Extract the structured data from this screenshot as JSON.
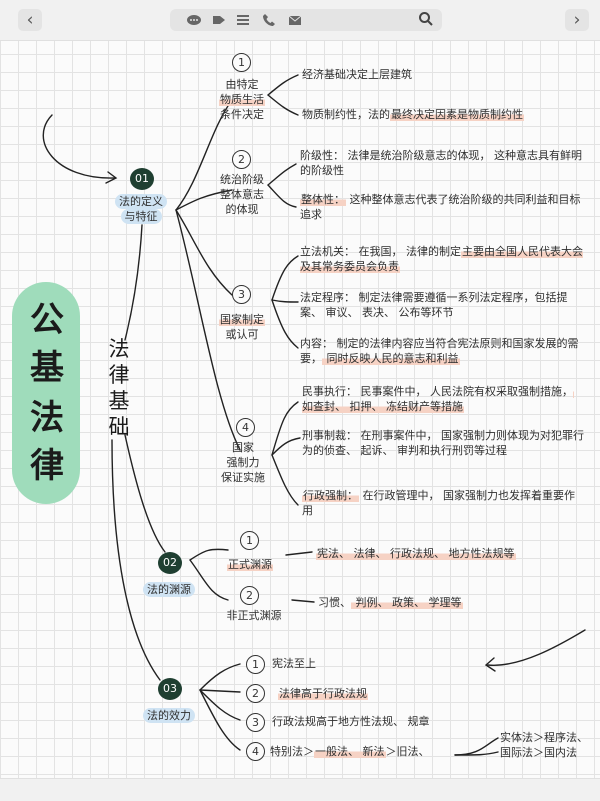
{
  "nav": {
    "prev_icon": "‹",
    "next_icon": "›"
  },
  "tools": [
    "chat-bubble-icon",
    "tag-icon",
    "list-icon",
    "phone-icon",
    "mail-icon"
  ],
  "search_icon": "⚲",
  "title": {
    "chars": [
      "公",
      "基",
      "法",
      "律"
    ]
  },
  "subtitle": {
    "chars": [
      "法",
      "律",
      "基",
      "础"
    ]
  },
  "sec1": {
    "num": "01",
    "label_1": "法的定义",
    "label_2": "与特征",
    "items": [
      {
        "num": "1",
        "label_1": "由特定",
        "label_2": "物质生活",
        "label_3": "条件决定",
        "desc_1": "经济基础决定上层建筑",
        "desc_2a": "物质制约性，法的",
        "desc_2b": "最终决定因素是物质制约性"
      },
      {
        "num": "2",
        "label_1": "统治阶级",
        "label_2": "整体意志",
        "label_3": "的体现",
        "desc_1": "阶级性： 法律是统治阶级意志的体现， 这种意志具有鲜明的阶级性",
        "desc_2a": "整体性：",
        "desc_2b": " 这种整体意志代表了统治阶级的共同利益和目标追求"
      },
      {
        "num": "3",
        "label_1": "国家制定",
        "label_2": "或认可",
        "desc_1a": "立法机关： 在我国， 法律的制定",
        "desc_1b": "主要由全国人民代表大会及其常务委员会负责",
        "desc_2": "法定程序： 制定法律需要遵循一系列法定程序，包括提案、 审议、 表决、 公布等环节",
        "desc_3a": "内容： 制定的法律内容应当符合宪法原则和国家发展的需要，",
        "desc_3b": " 同时反映人民的意志和利益"
      },
      {
        "num": "4",
        "label_1": "国家",
        "label_2": "强制力",
        "label_3": "保证实施",
        "desc_1a": "民事执行： 民事案件中， 人民法院有权采取强制措施，",
        "desc_1b": " 如查封、 扣押、 冻结财产等措施",
        "desc_2": "刑事制裁： 在刑事案件中， 国家强制力则体现为对犯罪行为的侦查、 起诉、 审判和执行刑罚等过程",
        "desc_3a": "行政强制：",
        "desc_3b": " 在行政管理中， 国家强制力也发挥着重要作用"
      }
    ]
  },
  "sec2": {
    "num": "02",
    "label": "法的渊源",
    "items": [
      {
        "num": "1",
        "label": "正式渊源",
        "desc": "宪法、 法律、 行政法规、 地方性法规等"
      },
      {
        "num": "2",
        "label": "非正式渊源",
        "desc_a": "习惯、",
        "desc_b": " 判例、 政策、 学理等"
      }
    ]
  },
  "sec3": {
    "num": "03",
    "label": "法的效力",
    "items": [
      {
        "num": "1",
        "text": "宪法至上"
      },
      {
        "num": "2",
        "text": "法律高于行政法规"
      },
      {
        "num": "3",
        "text": "行政法规高于地方性法规、 规章"
      },
      {
        "num": "4",
        "text_a": "特别法＞",
        "text_b": "一般法、 新法",
        "text_c": "＞旧法、",
        "extra_1": "实体法＞程序法、",
        "extra_2": "国际法＞国内法"
      }
    ]
  }
}
